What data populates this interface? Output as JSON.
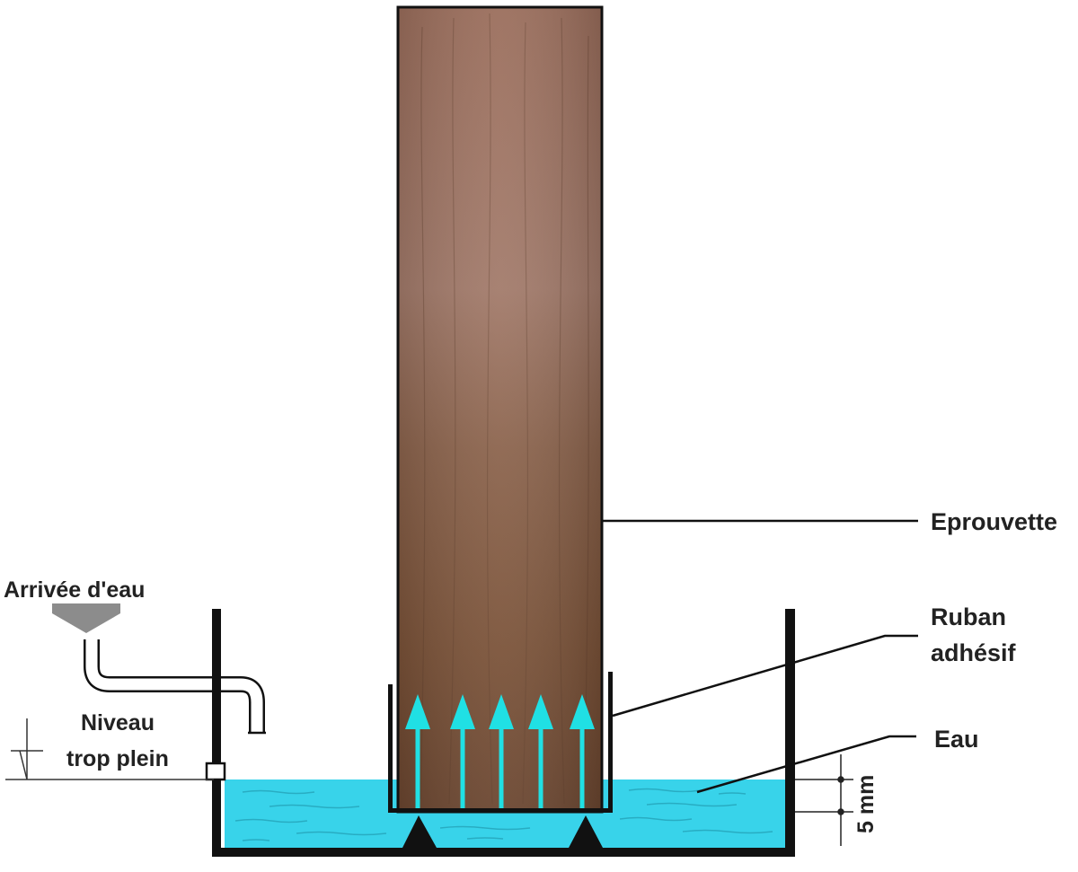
{
  "labels": {
    "specimen": "Eprouvette",
    "tape_line1": "Ruban",
    "tape_line2": "adhésif",
    "water": "Eau",
    "water_inlet": "Arrivée d'eau",
    "overflow_line1": "Niveau",
    "overflow_line2": "trop plein",
    "depth": "5 mm"
  },
  "colors": {
    "wood_top": "#9c7060",
    "wood_mid": "#8f6a55",
    "wood_bottom": "#6e4a33",
    "water": "#35d4ec",
    "arrow": "#1fe3e3",
    "outline": "#111111",
    "inlet_arrow": "#8f8f8f"
  }
}
